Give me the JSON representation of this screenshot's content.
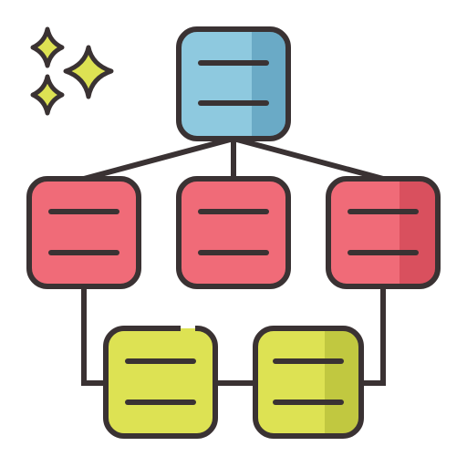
{
  "icon": {
    "name": "hierarchy-structure-icon",
    "colors": {
      "outline": "#3a3233",
      "top_node_fill": "#8ec9df",
      "top_node_shade": "#6aaac6",
      "middle_node_fill": "#f06b78",
      "middle_node_shade": "#d9505e",
      "bottom_node_fill": "#dde253",
      "bottom_node_shade": "#c1c840",
      "sparkle_fill": "#dde253",
      "background": "#ffffff"
    },
    "node_count": 6,
    "levels": [
      {
        "name": "top",
        "nodes": 1
      },
      {
        "name": "middle",
        "nodes": 3
      },
      {
        "name": "bottom",
        "nodes": 2
      }
    ],
    "sparkle_count": 3
  }
}
